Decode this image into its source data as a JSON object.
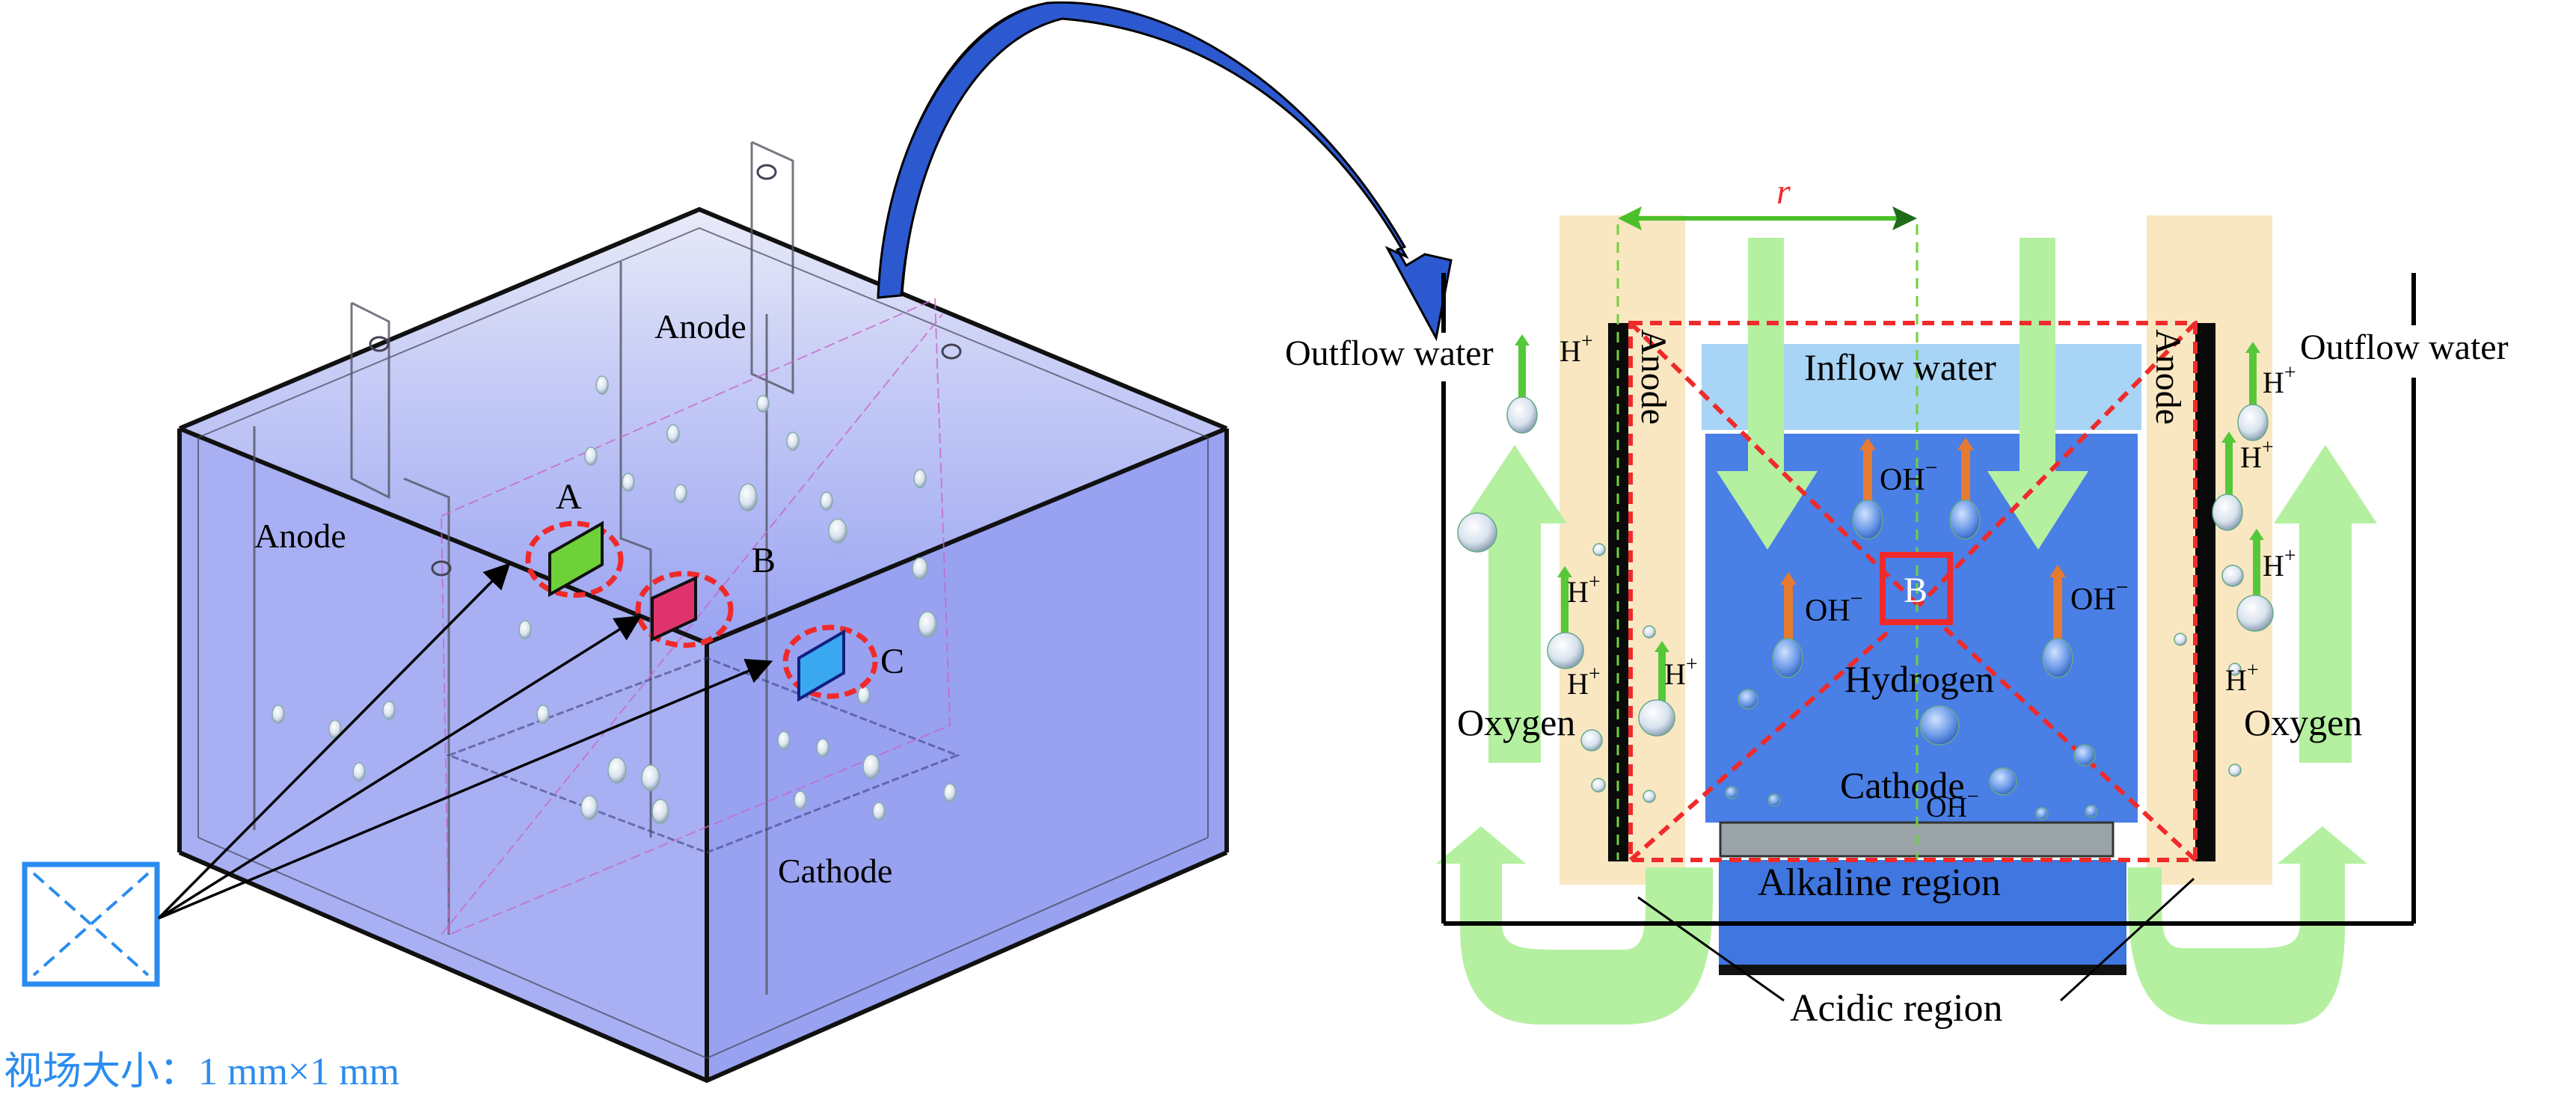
{
  "left_figure": {
    "labels": {
      "anode_top": "Anode",
      "anode_left": "Anode",
      "cathode": "Cathode",
      "point_a": "A",
      "point_b": "B",
      "point_c": "C"
    },
    "sample_points": [
      {
        "id": "A",
        "color": "#6fd13a"
      },
      {
        "id": "B",
        "color": "#e0336e"
      },
      {
        "id": "C",
        "color": "#3aa8f0"
      }
    ],
    "caption": "视场大小：1 mm×1 mm"
  },
  "right_figure": {
    "dimension_label": "r",
    "labels": {
      "outflow_left": "Outflow water",
      "outflow_right": "Outflow water",
      "inflow": "Inflow water",
      "anode_left": "Anode",
      "anode_right": "Anode",
      "hydrogen": "Hydrogen",
      "cathode": "Cathode",
      "oxygen_left": "Oxygen",
      "oxygen_right": "Oxygen",
      "alkaline_region": "Alkaline region",
      "acidic_region": "Acidic region",
      "point_b": "B"
    },
    "ions": {
      "h_plus": "H",
      "h_plus_charge": "+",
      "oh_minus": "OH",
      "oh_minus_charge": "−"
    }
  },
  "colors": {
    "tank_fill": "#a9b3f5",
    "flow_arrow": "#2c59d0",
    "flow_green": "#b4f0a0",
    "acid_zone": "#f9e7c2",
    "alkaline_blue": "#4a7fe6",
    "inflow_blue": "#a8d4f5",
    "highlight_red": "#f02a2a",
    "caption_blue": "#2b8cf0"
  }
}
